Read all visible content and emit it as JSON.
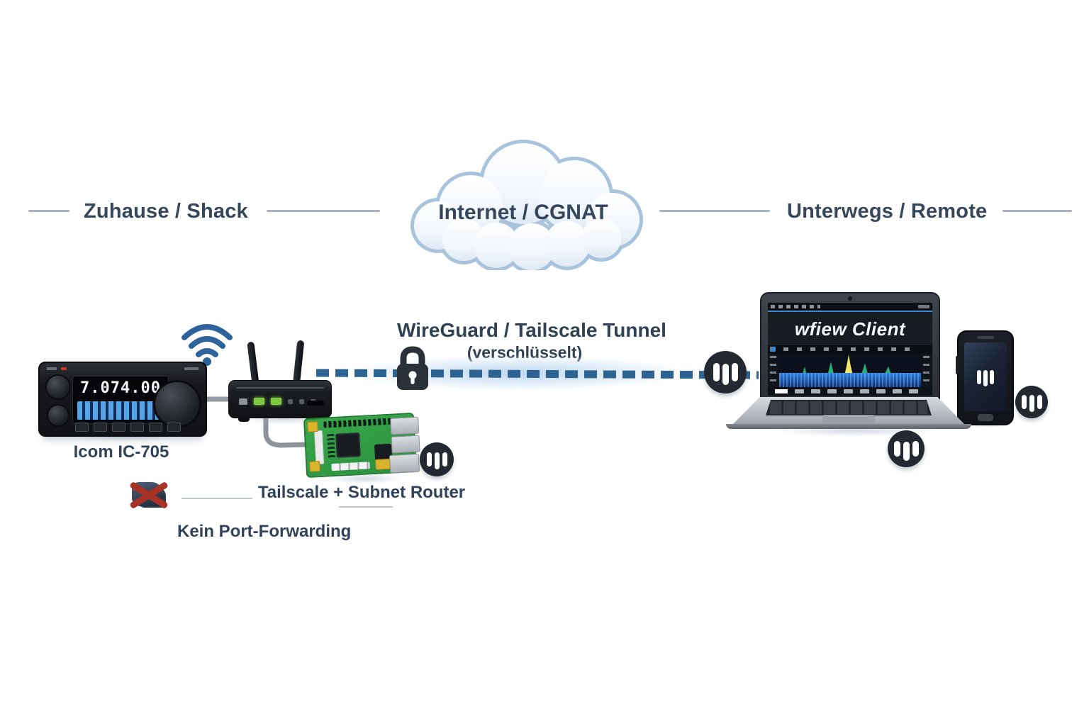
{
  "diagram": {
    "section_home_label": "Zuhause / Shack",
    "cloud_label": "Internet / CGNAT",
    "section_remote_label": "Unterwegs / Remote",
    "tunnel_title": "WireGuard / Tailscale Tunnel",
    "tunnel_subtitle": "(verschlüsselt)",
    "radio_label": "Icom IC-705",
    "radio_frequency": "7.074.00",
    "pi_label": "Tailscale + Subnet Router",
    "no_port_forwarding_label": "Kein Port-Forwarding",
    "laptop_screen_title": "wfiew Client"
  },
  "colors": {
    "heading": "#36475c",
    "divider": "#8b98a6",
    "wifi_blue": "#2e639c",
    "tunnel_dash_blue": "#2d6392",
    "cloud_border": "#a9c3dd",
    "badge_dark": "#232831",
    "pi_green": "#2f9e41",
    "led_green": "#7dc93f",
    "cross_red": "#a93226",
    "waterfall_blue": "#1f6fd0",
    "peak_yellow": "#f2e76b",
    "peak_green": "#3fd08c"
  }
}
